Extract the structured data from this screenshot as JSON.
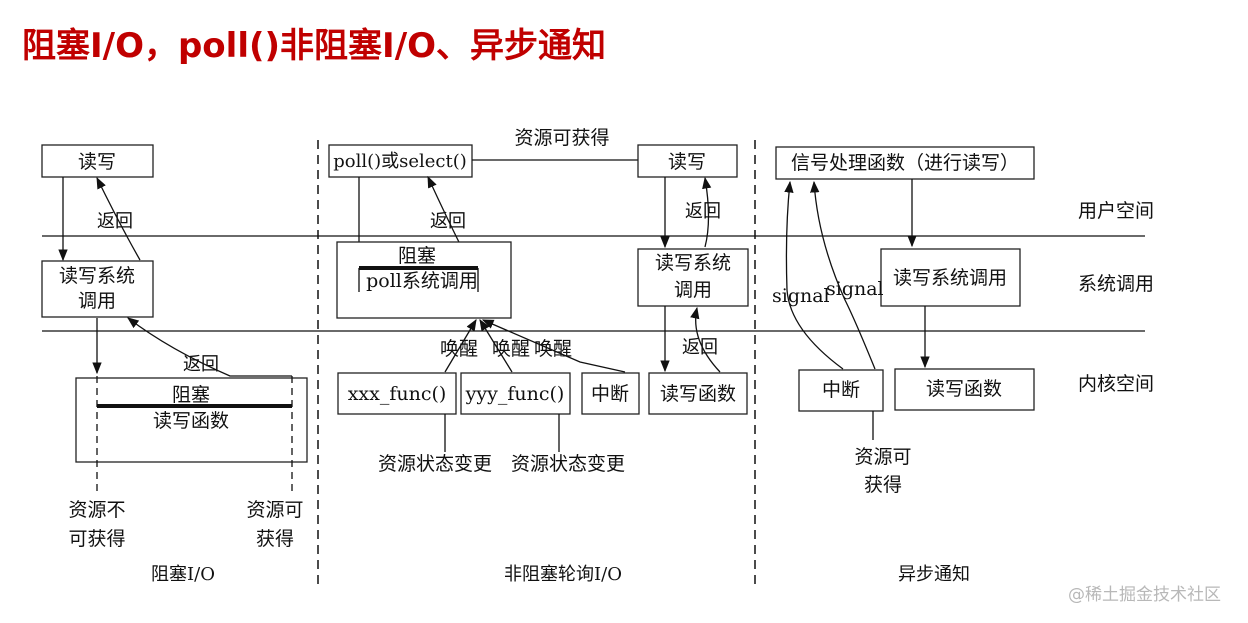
{
  "title": "阻塞I/O，poll()非阻塞I/O、异步通知",
  "watermark": "@稀土掘金技术社区",
  "layers": {
    "user": "用户空间",
    "syscall": "系统调用",
    "kernel": "内核空间"
  },
  "blocking": {
    "caption": "阻塞I/O",
    "rw": "读写",
    "syscall_l1": "读写系统",
    "syscall_l2": "调用",
    "return1": "返回",
    "return2": "返回",
    "block": "阻塞",
    "rw_func": "读写函数",
    "unavail_l1": "资源不",
    "unavail_l2": "可获得",
    "avail_l1": "资源可",
    "avail_l2": "获得"
  },
  "nonblocking": {
    "caption": "非阻塞轮询I/O",
    "poll": "poll()或select()",
    "resource_avail": "资源可获得",
    "rw": "读写",
    "return1": "返回",
    "return2": "返回",
    "return3": "返回",
    "block": "阻塞",
    "poll_syscall": "poll系统调用",
    "wake1": "唤醒",
    "wake2": "唤醒",
    "wake3": "唤醒",
    "xxx": "xxx_func()",
    "yyy": "yyy_func()",
    "irq": "中断",
    "rw_func": "读写函数",
    "syscall_l1": "读写系统",
    "syscall_l2": "调用",
    "state1": "资源状态变更",
    "state2": "资源状态变更"
  },
  "async": {
    "caption": "异步通知",
    "handler": "信号处理函数（进行读写）",
    "signal1": "signal",
    "signal2": "signal",
    "syscall": "读写系统调用",
    "irq": "中断",
    "rw_func": "读写函数",
    "avail_l1": "资源可",
    "avail_l2": "获得"
  }
}
